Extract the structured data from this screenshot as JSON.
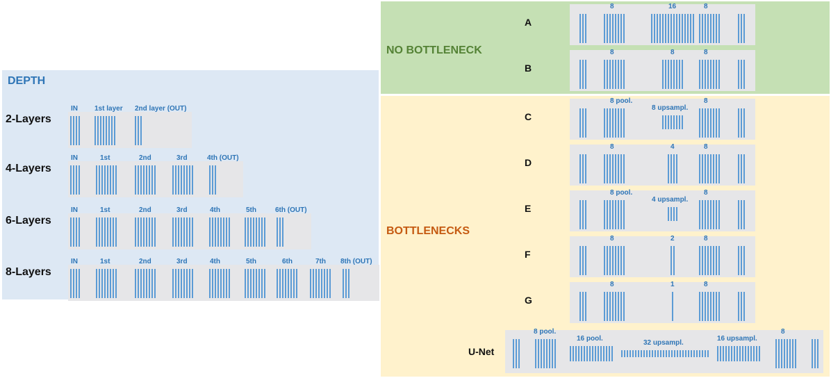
{
  "depth": {
    "title": "DEPTH",
    "rows": [
      {
        "name": "2-Layers",
        "cols": [
          "IN",
          "1st layer",
          "2nd layer (OUT)"
        ],
        "bars": [
          4,
          8,
          3
        ]
      },
      {
        "name": "4-Layers",
        "cols": [
          "IN",
          "1st",
          "2nd",
          "3rd",
          "4th (OUT)"
        ],
        "bars": [
          4,
          8,
          8,
          8,
          3
        ]
      },
      {
        "name": "6-Layers",
        "cols": [
          "IN",
          "1st",
          "2nd",
          "3rd",
          "4th",
          "5th",
          "6th (OUT)"
        ],
        "bars": [
          4,
          8,
          8,
          8,
          8,
          8,
          3
        ]
      },
      {
        "name": "8-Layers",
        "cols": [
          "IN",
          "1st",
          "2nd",
          "3rd",
          "4th",
          "5th",
          "6th",
          "7th",
          "8th (OUT)"
        ],
        "bars": [
          4,
          8,
          8,
          8,
          8,
          8,
          8,
          8,
          3
        ]
      }
    ]
  },
  "no_bottleneck": {
    "title": "NO BOTTLENECK",
    "rows": [
      {
        "name": "A",
        "cols": [
          "",
          "8",
          "16",
          "8",
          ""
        ],
        "bars": [
          3,
          8,
          16,
          8,
          3
        ]
      },
      {
        "name": "B",
        "cols": [
          "",
          "8",
          "8",
          "8",
          ""
        ],
        "bars": [
          3,
          8,
          8,
          8,
          3
        ]
      }
    ]
  },
  "bottlenecks": {
    "title": "BOTTLENECKS",
    "rows": [
      {
        "name": "C",
        "cols": [
          "",
          "8 pool.",
          "8 upsampl.",
          "8",
          ""
        ],
        "bars": [
          3,
          8,
          8,
          8,
          3
        ]
      },
      {
        "name": "D",
        "cols": [
          "",
          "8",
          "4",
          "8",
          ""
        ],
        "bars": [
          3,
          8,
          4,
          8,
          3
        ]
      },
      {
        "name": "E",
        "cols": [
          "",
          "8 pool.",
          "4 upsampl.",
          "8",
          ""
        ],
        "bars": [
          3,
          8,
          4,
          8,
          3
        ]
      },
      {
        "name": "F",
        "cols": [
          "",
          "8",
          "2",
          "8",
          ""
        ],
        "bars": [
          3,
          8,
          2,
          8,
          3
        ]
      },
      {
        "name": "G",
        "cols": [
          "",
          "8",
          "1",
          "8",
          ""
        ],
        "bars": [
          3,
          8,
          1,
          8,
          3
        ]
      }
    ],
    "unet": {
      "name": "U-Net",
      "cols": [
        "",
        "8 pool.",
        "16 pool.",
        "32 upsampl.",
        "16 upsampl.",
        "8",
        ""
      ],
      "bars": [
        3,
        8,
        16,
        32,
        16,
        8,
        3
      ]
    }
  },
  "colors": {
    "depth_bg": "#dde8f4",
    "no_bottleneck_bg": "#c5e0b4",
    "bottleneck_bg": "#fff2cc",
    "bar": "#5b9bd5",
    "label_blue": "#2e75b6",
    "depth_title": "#2e75b6",
    "no_bottleneck_title": "#548235",
    "bottleneck_title": "#c55a11"
  }
}
